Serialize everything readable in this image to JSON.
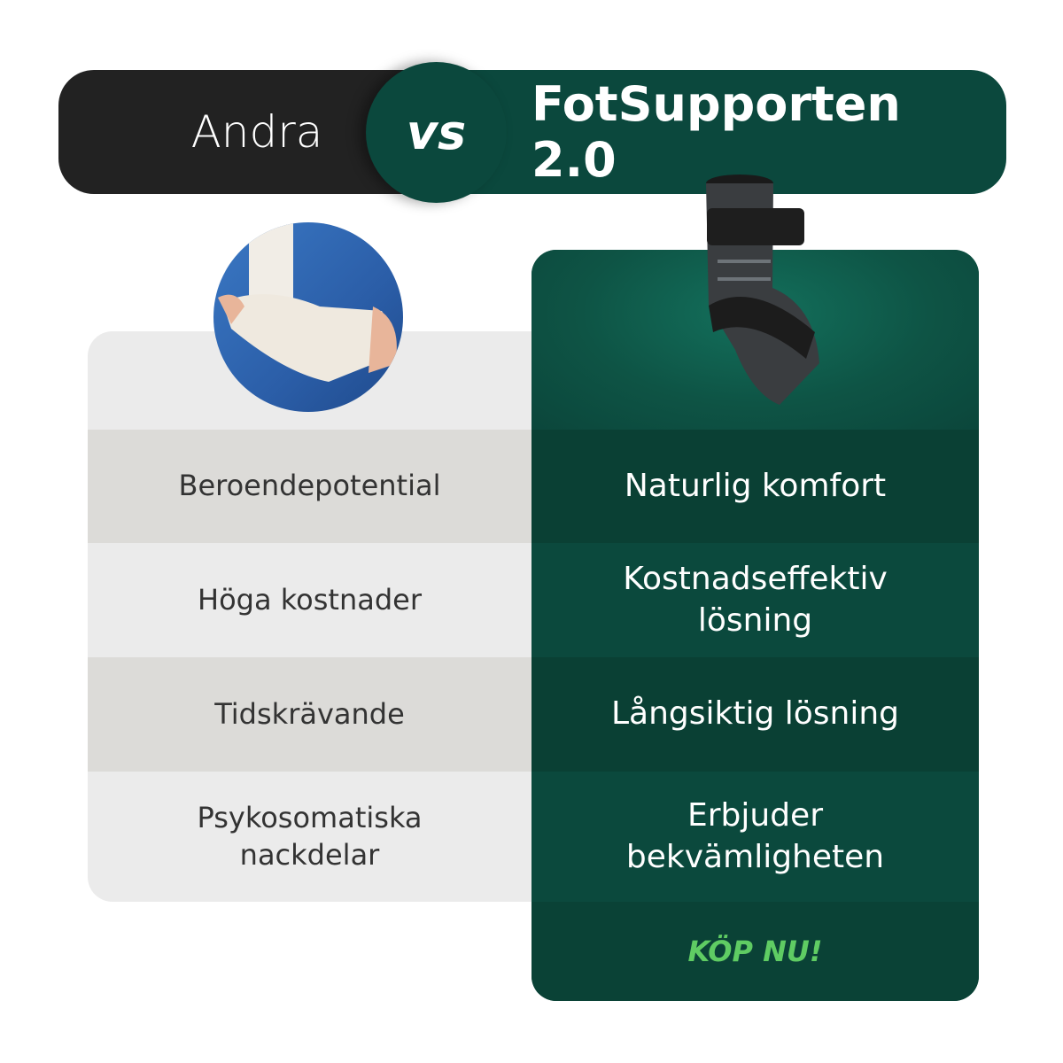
{
  "header": {
    "left_label": "Andra",
    "vs_label": "vs",
    "right_label": "FotSupporten 2.0"
  },
  "colors": {
    "dark": "#222222",
    "brand_green": "#0b483d",
    "accent_green": "#5fcc63"
  },
  "others": {
    "items": [
      "Beroendepotential",
      "Höga kostnader",
      "Tidskrävande",
      "Psykosomatiska nackdelar"
    ]
  },
  "product": {
    "items": [
      "Naturlig komfort",
      "Kostnadseffektiv lösning",
      "Långsiktig lösning",
      "Erbjuder bekvämligheten"
    ],
    "cta_label": "KÖP NU!"
  }
}
